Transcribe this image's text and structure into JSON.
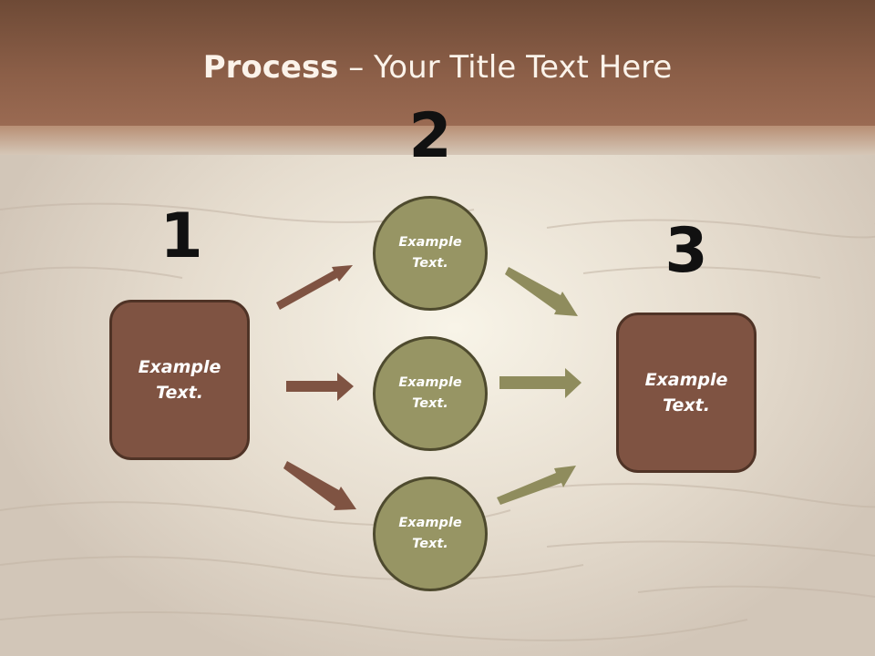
{
  "title": {
    "bold": "Process",
    "rest": " – Your Title Text Here"
  },
  "steps": [
    {
      "number": "1",
      "label": "Example Text."
    },
    {
      "number": "2",
      "items": [
        "Example Text.",
        "Example Text.",
        "Example Text."
      ]
    },
    {
      "number": "3",
      "label": "Example Text."
    }
  ],
  "colors": {
    "title_band": "#8c5f48",
    "box_fill": "#7f5342",
    "circle_fill": "#979564",
    "arrow_brown": "#7f5342",
    "arrow_olive": "#8f8c5d"
  }
}
